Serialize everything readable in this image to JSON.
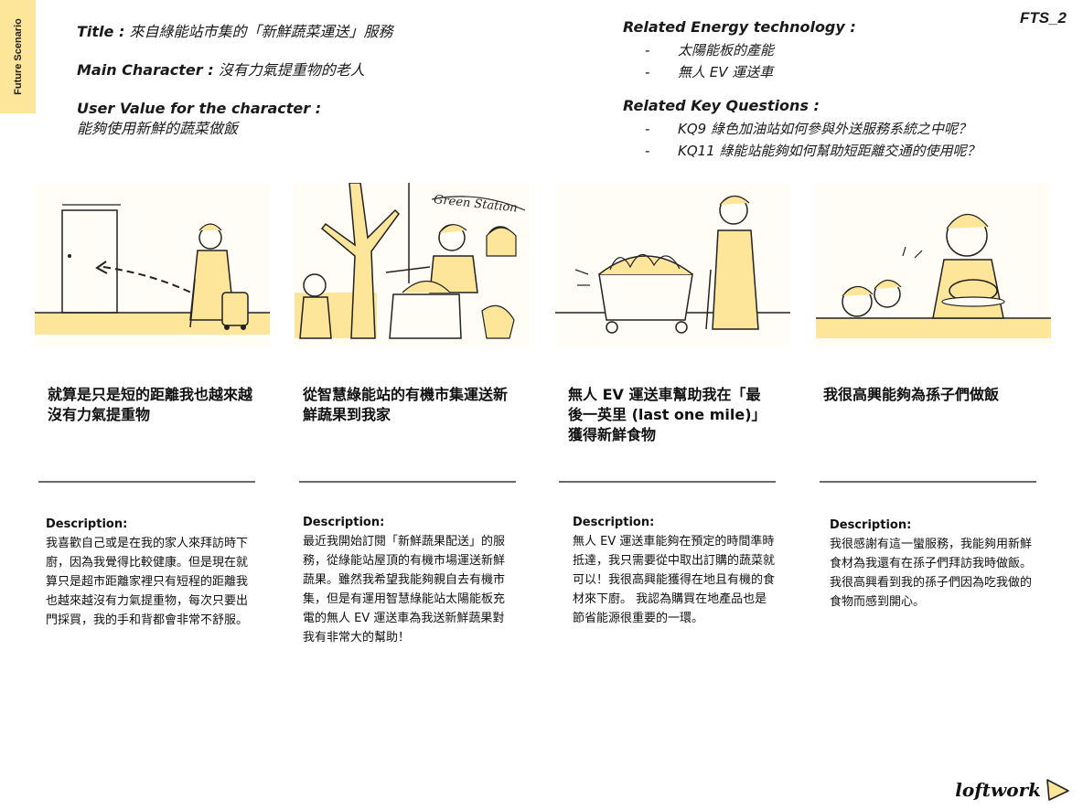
{
  "side_tab": "Future Scenario",
  "doc_id": "FTS_2",
  "meta": {
    "title_label": "Title :",
    "title_value": " 來自綠能站市集的「新鮮蔬菜運送」服務",
    "character_label": "Main Character :",
    "character_value": "  沒有力氣提重物的老人",
    "value_label": "User Value for the character :",
    "value_value": "能夠使用新鮮的蔬菜做飯"
  },
  "related": {
    "energy_label": "Related Energy technology :",
    "energy_items": [
      "太陽能板的產能",
      "無人 EV 運送車"
    ],
    "kq_label": "Related Key Questions :",
    "kq_items": [
      "KQ9 綠色加油站如何參與外送服務系統之中呢？",
      "KQ11 綠能站能夠如何幫助短距離交通的使用呢？"
    ]
  },
  "panels": [
    {
      "illustration": "elderly-woman-walking-to-door-illustration",
      "caption": "就算是只是短的距離我也越來越沒有力氣提重物",
      "desc_label": "Description:",
      "desc": "我喜歡自己或是在我的家人來拜訪時下廚，因為我覺得比較健康。但是現在就算只是超市距離家裡只有短程的距離我也越來越沒有力氣提重物，每次只要出門採買，我的手和背都會非常不舒服。"
    },
    {
      "illustration": "green-station-market-illustration",
      "sign_text": "Green Station",
      "caption": "從智慧綠能站的有機市集運送新鮮蔬果到我家",
      "desc_label": "Description:",
      "desc": "最近我開始訂閱「新鮮蔬果配送」的服務，從綠能站屋頂的有機市場運送新鮮蔬果。雖然我希望我能夠親自去有機市集，但是有運用智慧綠能站太陽能板充電的無人 EV 運送車為我送新鮮蔬果對我有非常大的幫助！"
    },
    {
      "illustration": "ev-delivery-cart-illustration",
      "caption": "無人 EV 運送車幫助我在「最後一英里 (last one mile)」獲得新鮮食物",
      "desc_label": "Description:",
      "desc": "無人 EV 運送車能夠在預定的時間準時抵達，我只需要從中取出訂購的蔬菜就可以！我很高興能獲得在地且有機的食材來下廚。 我認為購買在地產品也是節省能源很重要的一環。"
    },
    {
      "illustration": "grandmother-with-grandchildren-illustration",
      "caption": "我很高興能夠為孫子們做飯",
      "desc_label": "Description:",
      "desc": "我很感謝有這一蠻服務，我能夠用新鮮食材為我還有在孫子們拜訪我時做飯。 我很高興看到我的孫子們因為吃我做的食物而感到開心。"
    }
  ],
  "logo_text": "loftwork",
  "colors": {
    "accent": "#fde59a",
    "ink": "#1a1a1a",
    "divider": "#6a6a6a"
  }
}
